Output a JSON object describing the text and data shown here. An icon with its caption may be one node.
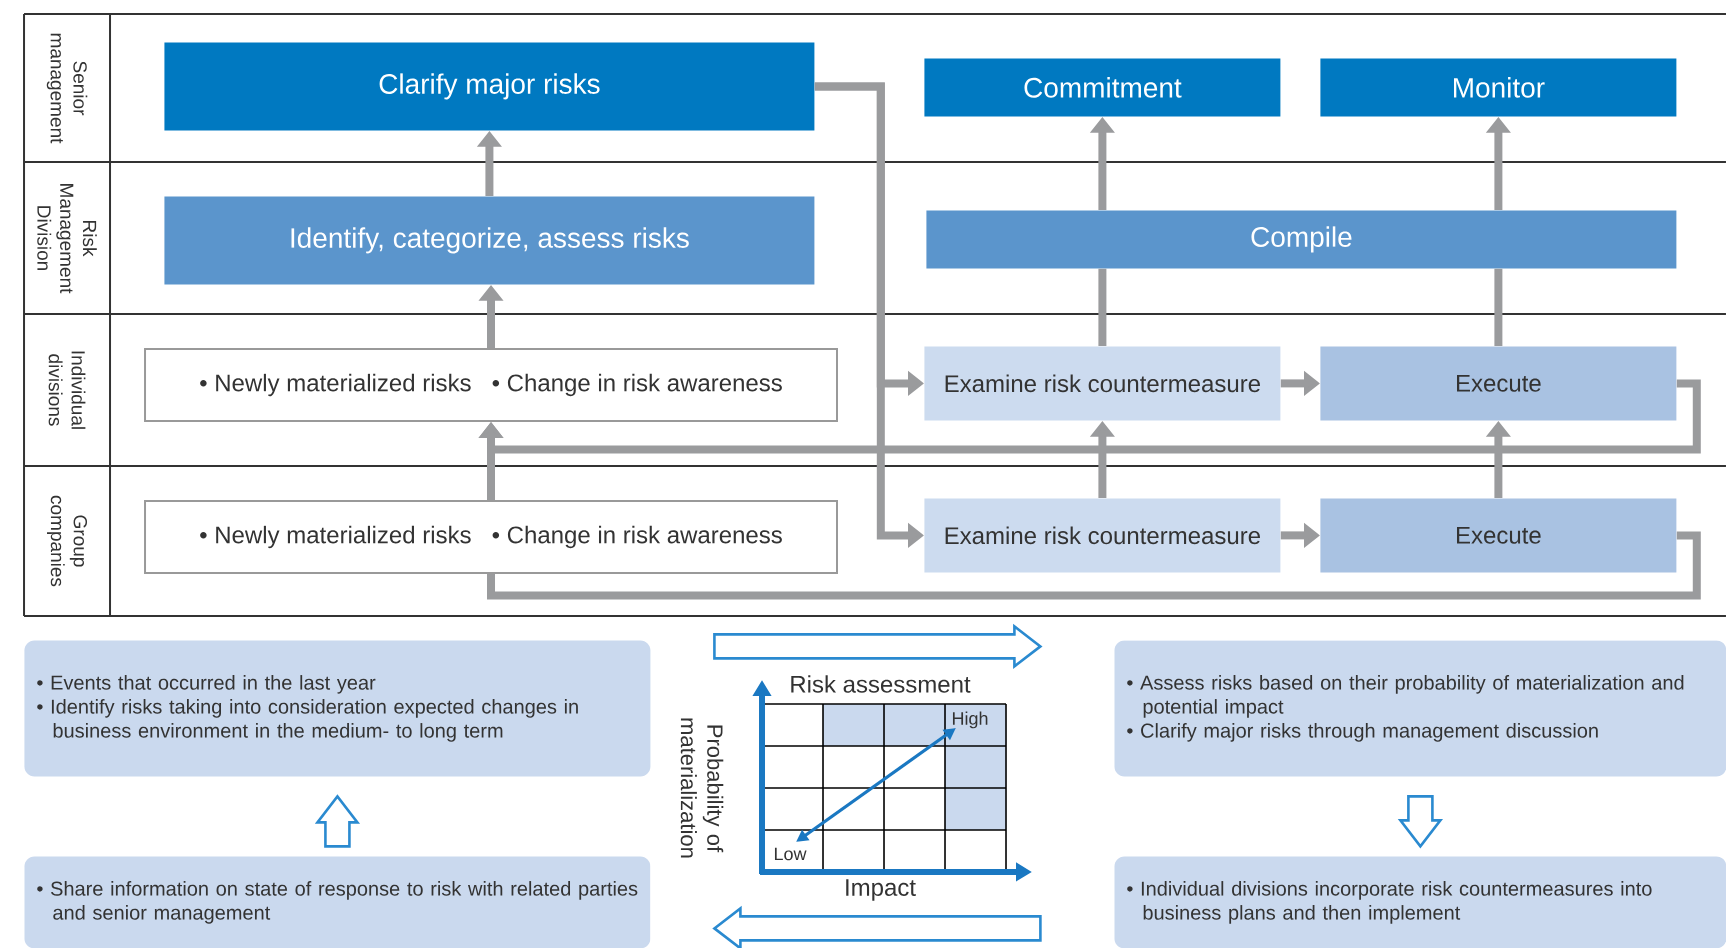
{
  "diagram": {
    "nodes": [
      {
        "text": [
          "Senior management"
        ]
      },
      {
        "text": [
          "Clarify major risks"
        ]
      },
      {
        "text": [
          "Commitment"
        ]
      },
      {
        "text": [
          "Monitor"
        ]
      },
      {
        "text": [
          "Risk Management Division"
        ]
      },
      {
        "text": [
          "Identify, categorize, assess risks"
        ]
      },
      {
        "text": [
          "Compile"
        ]
      },
      {
        "text": [
          "Individual divisions"
        ]
      },
      {
        "text": [
          "• Newly materialized risks",
          "• Change in risk awareness"
        ]
      },
      {
        "text": [
          "Examine risk countermeasure"
        ]
      },
      {
        "text": [
          "Execute"
        ]
      },
      {
        "text": [
          "Group companies"
        ]
      },
      {
        "text": [
          "• Newly materialized risks",
          "• Change in risk awareness"
        ]
      },
      {
        "text": [
          "Examine risk countermeasure"
        ]
      },
      {
        "text": [
          "Execute"
        ]
      },
      {
        "text": [
          "• Events that occurred in the last year",
          "• Identify risks taking into consideration expected changes in business environment in the medium- to long term"
        ]
      },
      {
        "text": [
          "• Share information on state of response to risk with related parties and senior management"
        ]
      },
      {
        "text": [
          "• Assess risks based on their probability of materialization and potential impact",
          "• Clarify major risks through management discussion"
        ]
      },
      {
        "text": [
          "• Individual divisions incorporate risk countermeasures into business plans and then implement"
        ]
      }
    ],
    "edges": [
      {
        "from": 5,
        "to": 1,
        "arrow": "to"
      },
      {
        "from": 8,
        "to": 5,
        "arrow": "to"
      },
      {
        "from": 12,
        "to": 8,
        "arrow": "to"
      },
      {
        "from": 1,
        "to": 9,
        "arrow": "to"
      },
      {
        "from": 1,
        "to": 13,
        "arrow": "to"
      },
      {
        "from": 9,
        "to": 10,
        "arrow": "to"
      },
      {
        "from": 13,
        "to": 14,
        "arrow": "to"
      },
      {
        "from": 9,
        "to": 6,
        "arrow": "none"
      },
      {
        "from": 6,
        "to": 2,
        "arrow": "to"
      },
      {
        "from": 10,
        "to": 6,
        "arrow": "none"
      },
      {
        "from": 6,
        "to": 3,
        "arrow": "to"
      },
      {
        "from": 13,
        "to": 9,
        "arrow": "to"
      },
      {
        "from": 14,
        "to": 10,
        "arrow": "to"
      },
      {
        "from": 10,
        "to": 8,
        "arrow": "to"
      },
      {
        "from": 14,
        "to": 12,
        "arrow": "none"
      },
      {
        "from": 15,
        "to": 17,
        "arrow": "to",
        "color": "#2a8ad0"
      },
      {
        "from": 17,
        "to": 18,
        "arrow": "to",
        "color": "#2a8ad0"
      },
      {
        "from": 18,
        "to": 16,
        "arrow": "to",
        "color": "#2a8ad0"
      },
      {
        "from": 16,
        "to": 15,
        "arrow": "to",
        "color": "#2a8ad0"
      }
    ],
    "labels": [
      "Risk assessment",
      "Probability of materialization",
      "High",
      "Low",
      "Impact"
    ]
  }
}
